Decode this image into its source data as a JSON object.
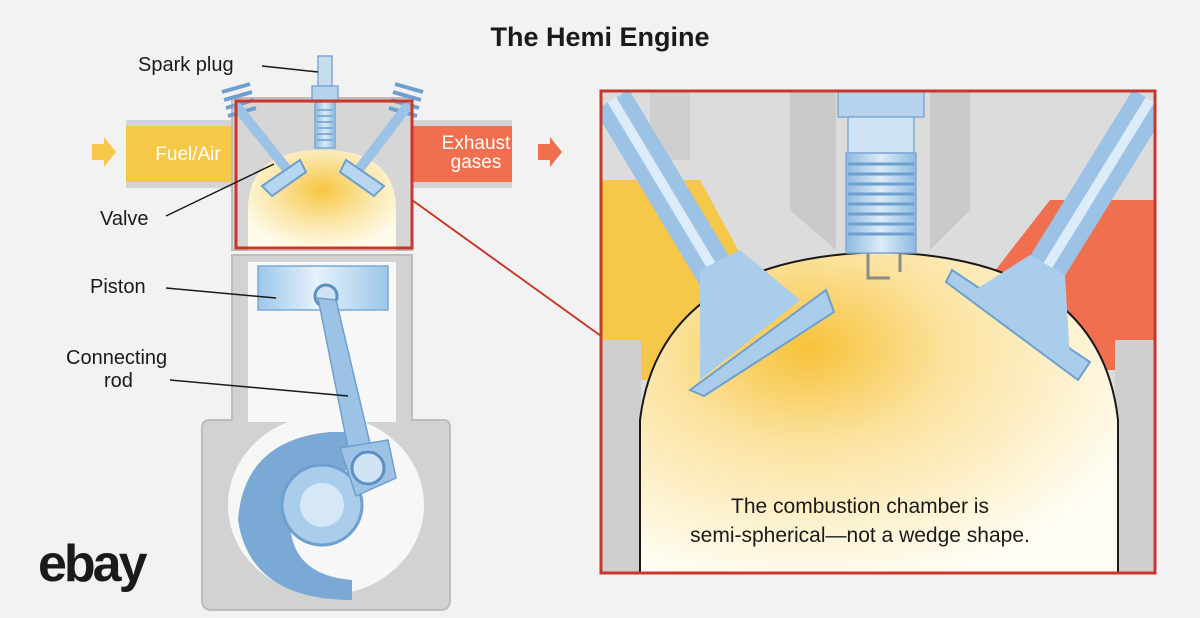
{
  "title": "The Hemi Engine",
  "labels": {
    "spark_plug": "Spark plug",
    "valve": "Valve",
    "piston": "Piston",
    "connecting_rod_line1": "Connecting",
    "connecting_rod_line2": "rod"
  },
  "flows": {
    "intake": "Fuel/Air",
    "exhaust_line1": "Exhaust",
    "exhaust_line2": "gases"
  },
  "caption": {
    "line1": "The combustion chamber is",
    "line2": "semi-spherical—not a wedge shape."
  },
  "logo": "ebay",
  "colors": {
    "intake": "#f6c84a",
    "exhaust": "#ef6f4f",
    "metal_blue": "#a9cdea",
    "highlight_frame": "#c8372c",
    "engine_grey": "#cfcfcf"
  }
}
